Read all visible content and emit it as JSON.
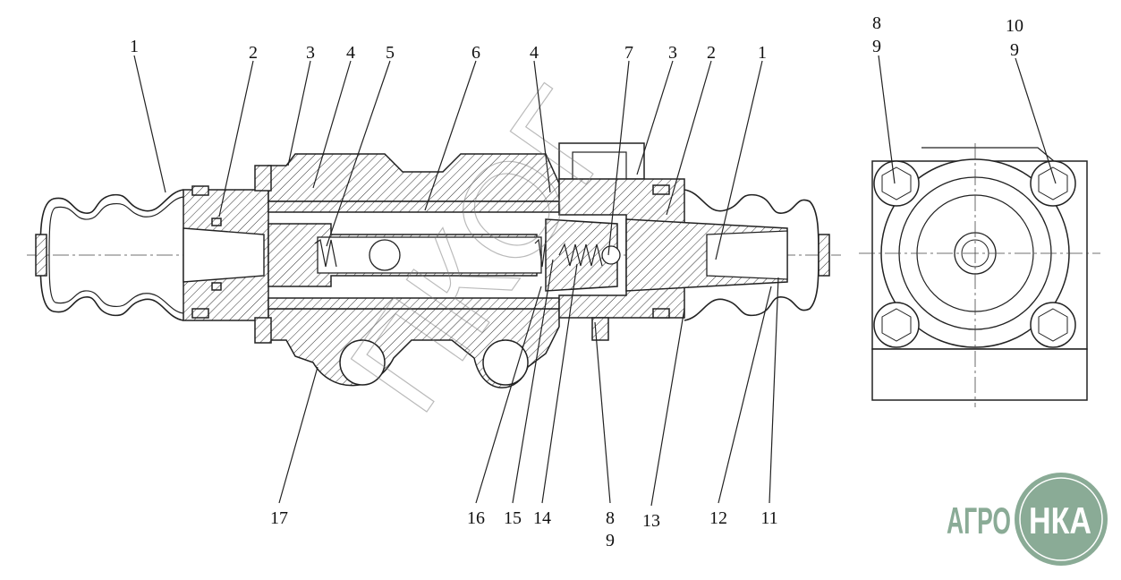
{
  "drawing": {
    "section_labels_top": [
      "1",
      "2",
      "3",
      "4",
      "5",
      "6",
      "4",
      "7",
      "3",
      "2",
      "1"
    ],
    "section_labels_bottom": [
      "17",
      "16",
      "15",
      "14",
      "8",
      "9",
      "13",
      "12",
      "11"
    ],
    "end_view_labels": [
      "8",
      "9",
      "10",
      "9"
    ]
  },
  "watermark": {
    "text": "ПКОГ"
  },
  "logo": {
    "text_left": "АГРО",
    "text_right": "НКА"
  },
  "colors": {
    "logo": "#8aab96",
    "line": "#222222"
  }
}
